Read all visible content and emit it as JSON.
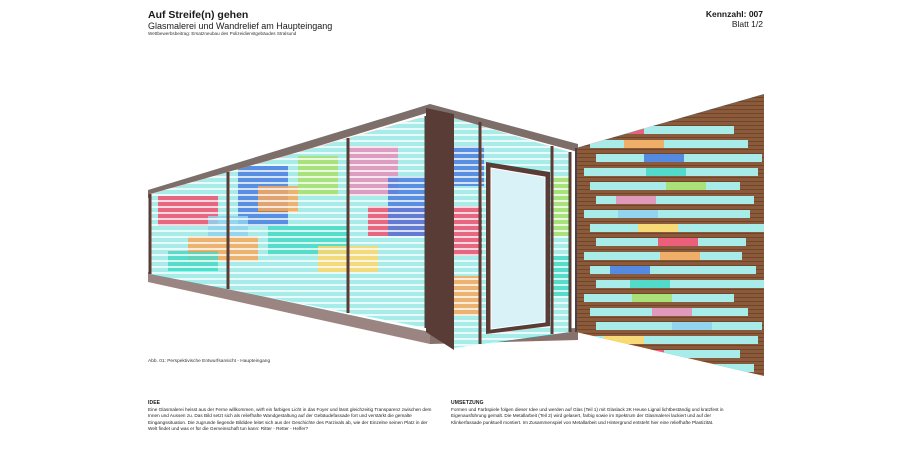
{
  "header": {
    "title": "Auf Streife(n) gehen",
    "subtitle": "Glasmalerei und Wandrelief am Haupteingang",
    "subline": "Wettbewerbsbeitrag: Ersatzneubau des Polizeidienstgebäudes Stralsund",
    "kennzahl": "Kennzahl: 007",
    "blatt": "Blatt 1/2"
  },
  "illustration": {
    "caption": "Abb. 01: Perspektivische Entwurfsansicht - Haupteingang",
    "colors": {
      "frame": "#5a3c37",
      "roof": "#7e6e6a",
      "floor": "#9b8582",
      "wood": "#8a5a3c",
      "glass_base": "#a8ecea",
      "stripe": "#ffffff",
      "door_glass": "#d8f2f7"
    },
    "palette": [
      "#f2506e",
      "#f7a85a",
      "#4b7fe0",
      "#48d9c6",
      "#a7e06a",
      "#e58fb8",
      "#8fd3f0",
      "#ffd76a"
    ]
  },
  "sections": {
    "idee": {
      "heading": "IDEE",
      "text": "Eine Glasmalerei heisst aus der Ferne willkommen, wirft ein farbiges Licht in das Foyer und lässt gleichzeitig Transparenz zwischen dem Innen und Aussen zu. Das Bild setzt sich als reliefhafte Wandgestaltung auf der Gebäudefassade fort und verstärkt die gemalte Eingangssituation. Die zugrunde liegende Bildidee leitet sich aus der Geschichte des Parzivals ab, wie der Einzelne seinen Platz in der Welt findet und was er für die Gemeinschaft tun kann: Ritter - Retter - Helfer?"
    },
    "umsetzung": {
      "heading": "UMSETZUNG",
      "text": "Formen und Farbspiele folgen dieser Idee und werden auf Glas (Teil 1) mit Glaslack 2K Heuse Lignal lichtbeständig und kratzfest in Eigenausführung gemalt. Die Metallarbeit (Teil 2) wird gelasert, farbig sowie im Spektrum der Glasmalerei lackiert und auf der Klinkerfassade punktuell montiert. Im Zusammenspiel von Metallarbeit und Hintergrund entsteht hier eine reliefhafte Plastizität."
    }
  }
}
